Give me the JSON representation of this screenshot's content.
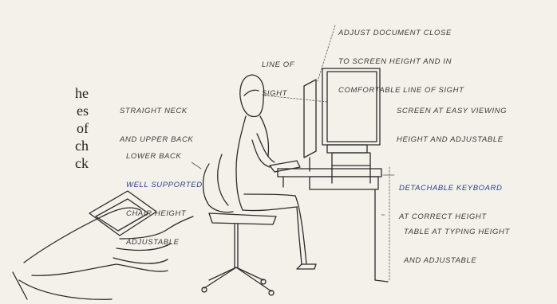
{
  "labels": {
    "document": [
      "ADJUST DOCUMENT CLOSE",
      "TO SCREEN HEIGHT AND IN",
      "COMFORTABLE LINE OF SIGHT"
    ],
    "line_of_sight": [
      "LINE OF",
      "SIGHT"
    ],
    "neck": [
      "STRAIGHT NECK",
      "AND UPPER BACK"
    ],
    "screen": [
      "SCREEN AT EASY VIEWING",
      "HEIGHT AND ADJUSTABLE"
    ],
    "lower_back": [
      "LOWER BACK",
      "WELL SUPPORTED,",
      "CHAIR HEIGHT",
      "ADJUSTABLE"
    ],
    "keyboard": [
      "DETACHABLE KEYBOARD",
      "AT CORRECT HEIGHT"
    ],
    "table": [
      "TABLE AT TYPING HEIGHT",
      "AND ADJUSTABLE"
    ]
  },
  "edge_text": [
    "he",
    "es",
    "of",
    "ch",
    "ck"
  ],
  "colors": {
    "background": "#f3f1ea",
    "ink": "#2b2b2b",
    "label_blue": "#2a3f8a"
  }
}
